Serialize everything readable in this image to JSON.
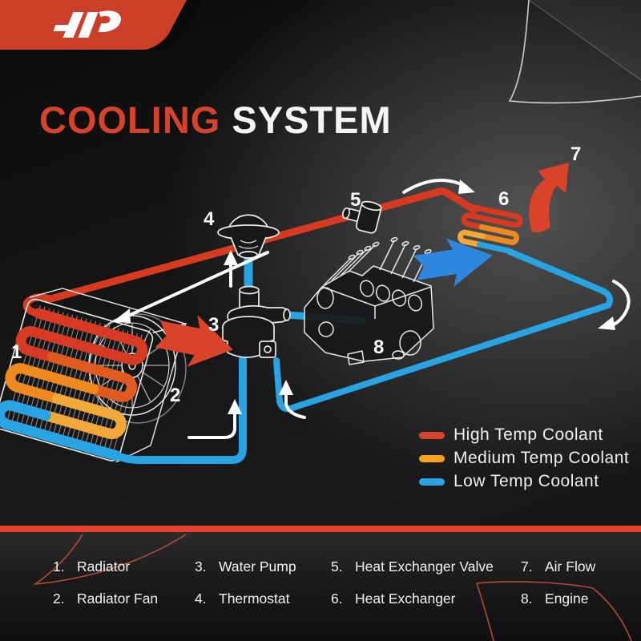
{
  "brand": {
    "logo": "ap-monogram",
    "banner_color": "#cb3e28"
  },
  "title": {
    "word1": "COOLING",
    "word2": " SYSTEM"
  },
  "colors": {
    "high_temp": "#d6432c",
    "medium_temp": "#f5a21c",
    "low_temp": "#29a3e2",
    "pipe_orange": "#ee8a1f",
    "pipe_amber": "#f3a93a",
    "divider_red": "#e3432b",
    "arrow_blue": "#2f86dd",
    "arrow_red": "#d8432a"
  },
  "diagram": {
    "markers": [
      "1",
      "2",
      "3",
      "4",
      "5",
      "6",
      "7",
      "8"
    ]
  },
  "legend": {
    "items": [
      {
        "label": "High Temp Coolant",
        "color": "#d6432c"
      },
      {
        "label": "Medium Temp Coolant",
        "color": "#f5a21c"
      },
      {
        "label": "Low Temp Coolant",
        "color": "#29a3e2"
      }
    ]
  },
  "parts": [
    {
      "num": "1.",
      "name": "Radiator"
    },
    {
      "num": "2.",
      "name": "Radiator Fan"
    },
    {
      "num": "3.",
      "name": "Water Pump"
    },
    {
      "num": "4.",
      "name": "Thermostat"
    },
    {
      "num": "5.",
      "name": "Heat Exchanger Valve"
    },
    {
      "num": "6.",
      "name": "Heat Exchanger"
    },
    {
      "num": "7.",
      "name": "Air Flow"
    },
    {
      "num": "8.",
      "name": "Engine"
    }
  ]
}
